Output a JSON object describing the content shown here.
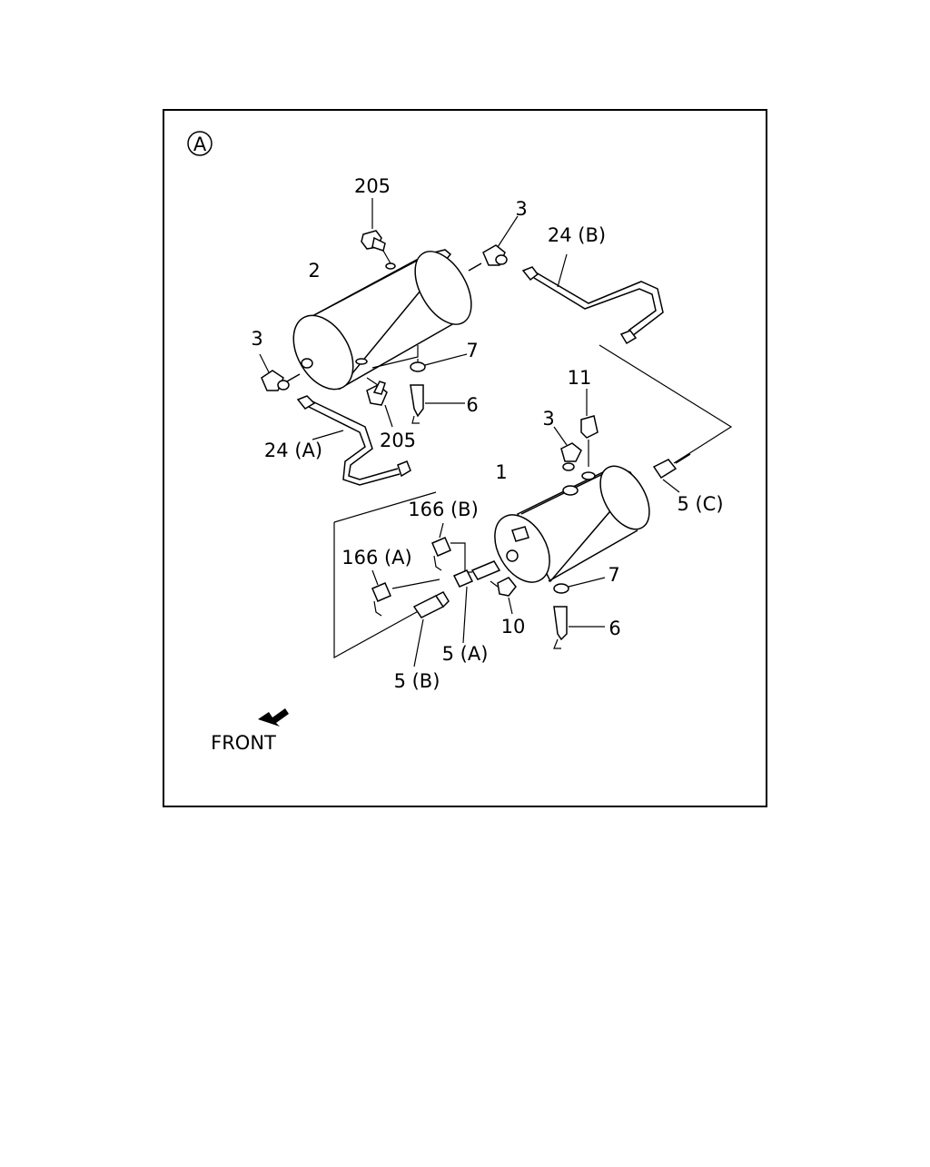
{
  "view_marker": "A",
  "labels": {
    "p205_top": "205",
    "p3_top": "3",
    "p24b": "24 (B)",
    "p2": "2",
    "p3_left": "3",
    "p7_top": "7",
    "p6_top": "6",
    "p205_bottom": "205",
    "p24a": "24 (A)",
    "p11": "11",
    "p3_mid": "3",
    "p1": "1",
    "p5c": "5 (C)",
    "p166b": "166 (B)",
    "p166a": "166 (A)",
    "p7_bottom": "7",
    "p10": "10",
    "p6_bottom": "6",
    "p5a": "5 (A)",
    "p5b": "5 (B)"
  },
  "front_label": "FRONT"
}
